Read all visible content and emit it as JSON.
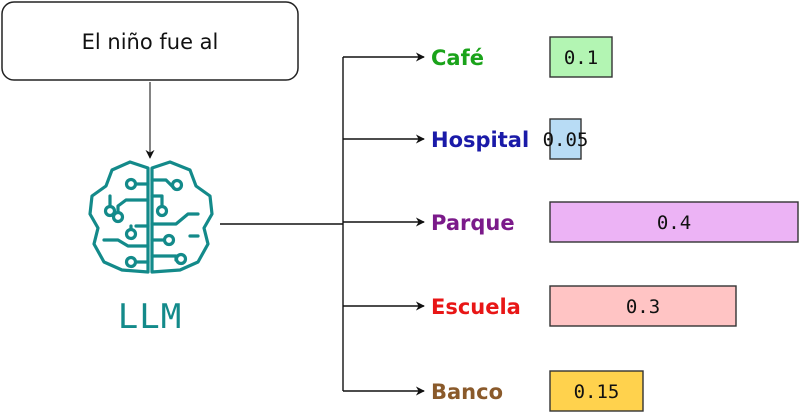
{
  "prompt": {
    "text": "El niño fue al"
  },
  "model": {
    "label": "LLM",
    "color": "#138a8a",
    "icon": "brain-circuit-icon"
  },
  "chart_data": {
    "type": "bar",
    "orientation": "horizontal",
    "categories": [
      "Café",
      "Hospital",
      "Parque",
      "Escuela",
      "Banco"
    ],
    "values": [
      0.1,
      0.05,
      0.4,
      0.3,
      0.15
    ],
    "value_labels": [
      "0.1",
      "0.05",
      "0.4",
      "0.3",
      "0.15"
    ],
    "label_colors": [
      "#1aa31a",
      "#1a1aa8",
      "#7b1a8a",
      "#e81616",
      "#8a5a2b"
    ],
    "bar_colors": [
      "#b3f5b3",
      "#b8dcf5",
      "#ecb3f5",
      "#ffc4c4",
      "#ffd24d"
    ]
  }
}
